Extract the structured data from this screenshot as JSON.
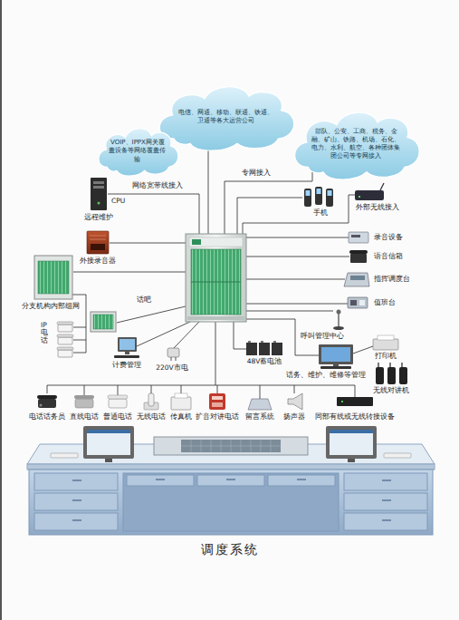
{
  "diagram": {
    "title": "调度系统",
    "nodes": [
      {
        "text": [
          "电信、网通、移动、联通、铁通、卫通等各大运营公司"
        ]
      },
      {
        "text": [
          "部队、公安、工商、税务、金融、矿山、铁路、机场、石化、电力、水利、航空、各种团体集团公司等专网接入"
        ]
      },
      {
        "text": [
          "VOIP、IPPX网关覆盖设备等网络覆盖传输"
        ]
      }
    ],
    "labels": [
      "专网接入",
      "网络宽带线接入",
      "CPU",
      "手机",
      "外部无线接入",
      "远程维护",
      "录音设备",
      "外接录音器",
      "语音信箱",
      "指挥调度台",
      "分支机构内部组网",
      "值班台",
      "话吧",
      "IP电话",
      "呼叫管理中心",
      "计费管理",
      "打印机",
      "48V蓄电池",
      "220V市电",
      "话务、维护、维修等管理",
      "无线对讲机",
      "电话话务员",
      "直线电话",
      "普通电话",
      "无线电话",
      "传真机",
      "扩音对讲电话",
      "留言系统",
      "扬声器",
      "同部有线或无线转接设备"
    ]
  }
}
